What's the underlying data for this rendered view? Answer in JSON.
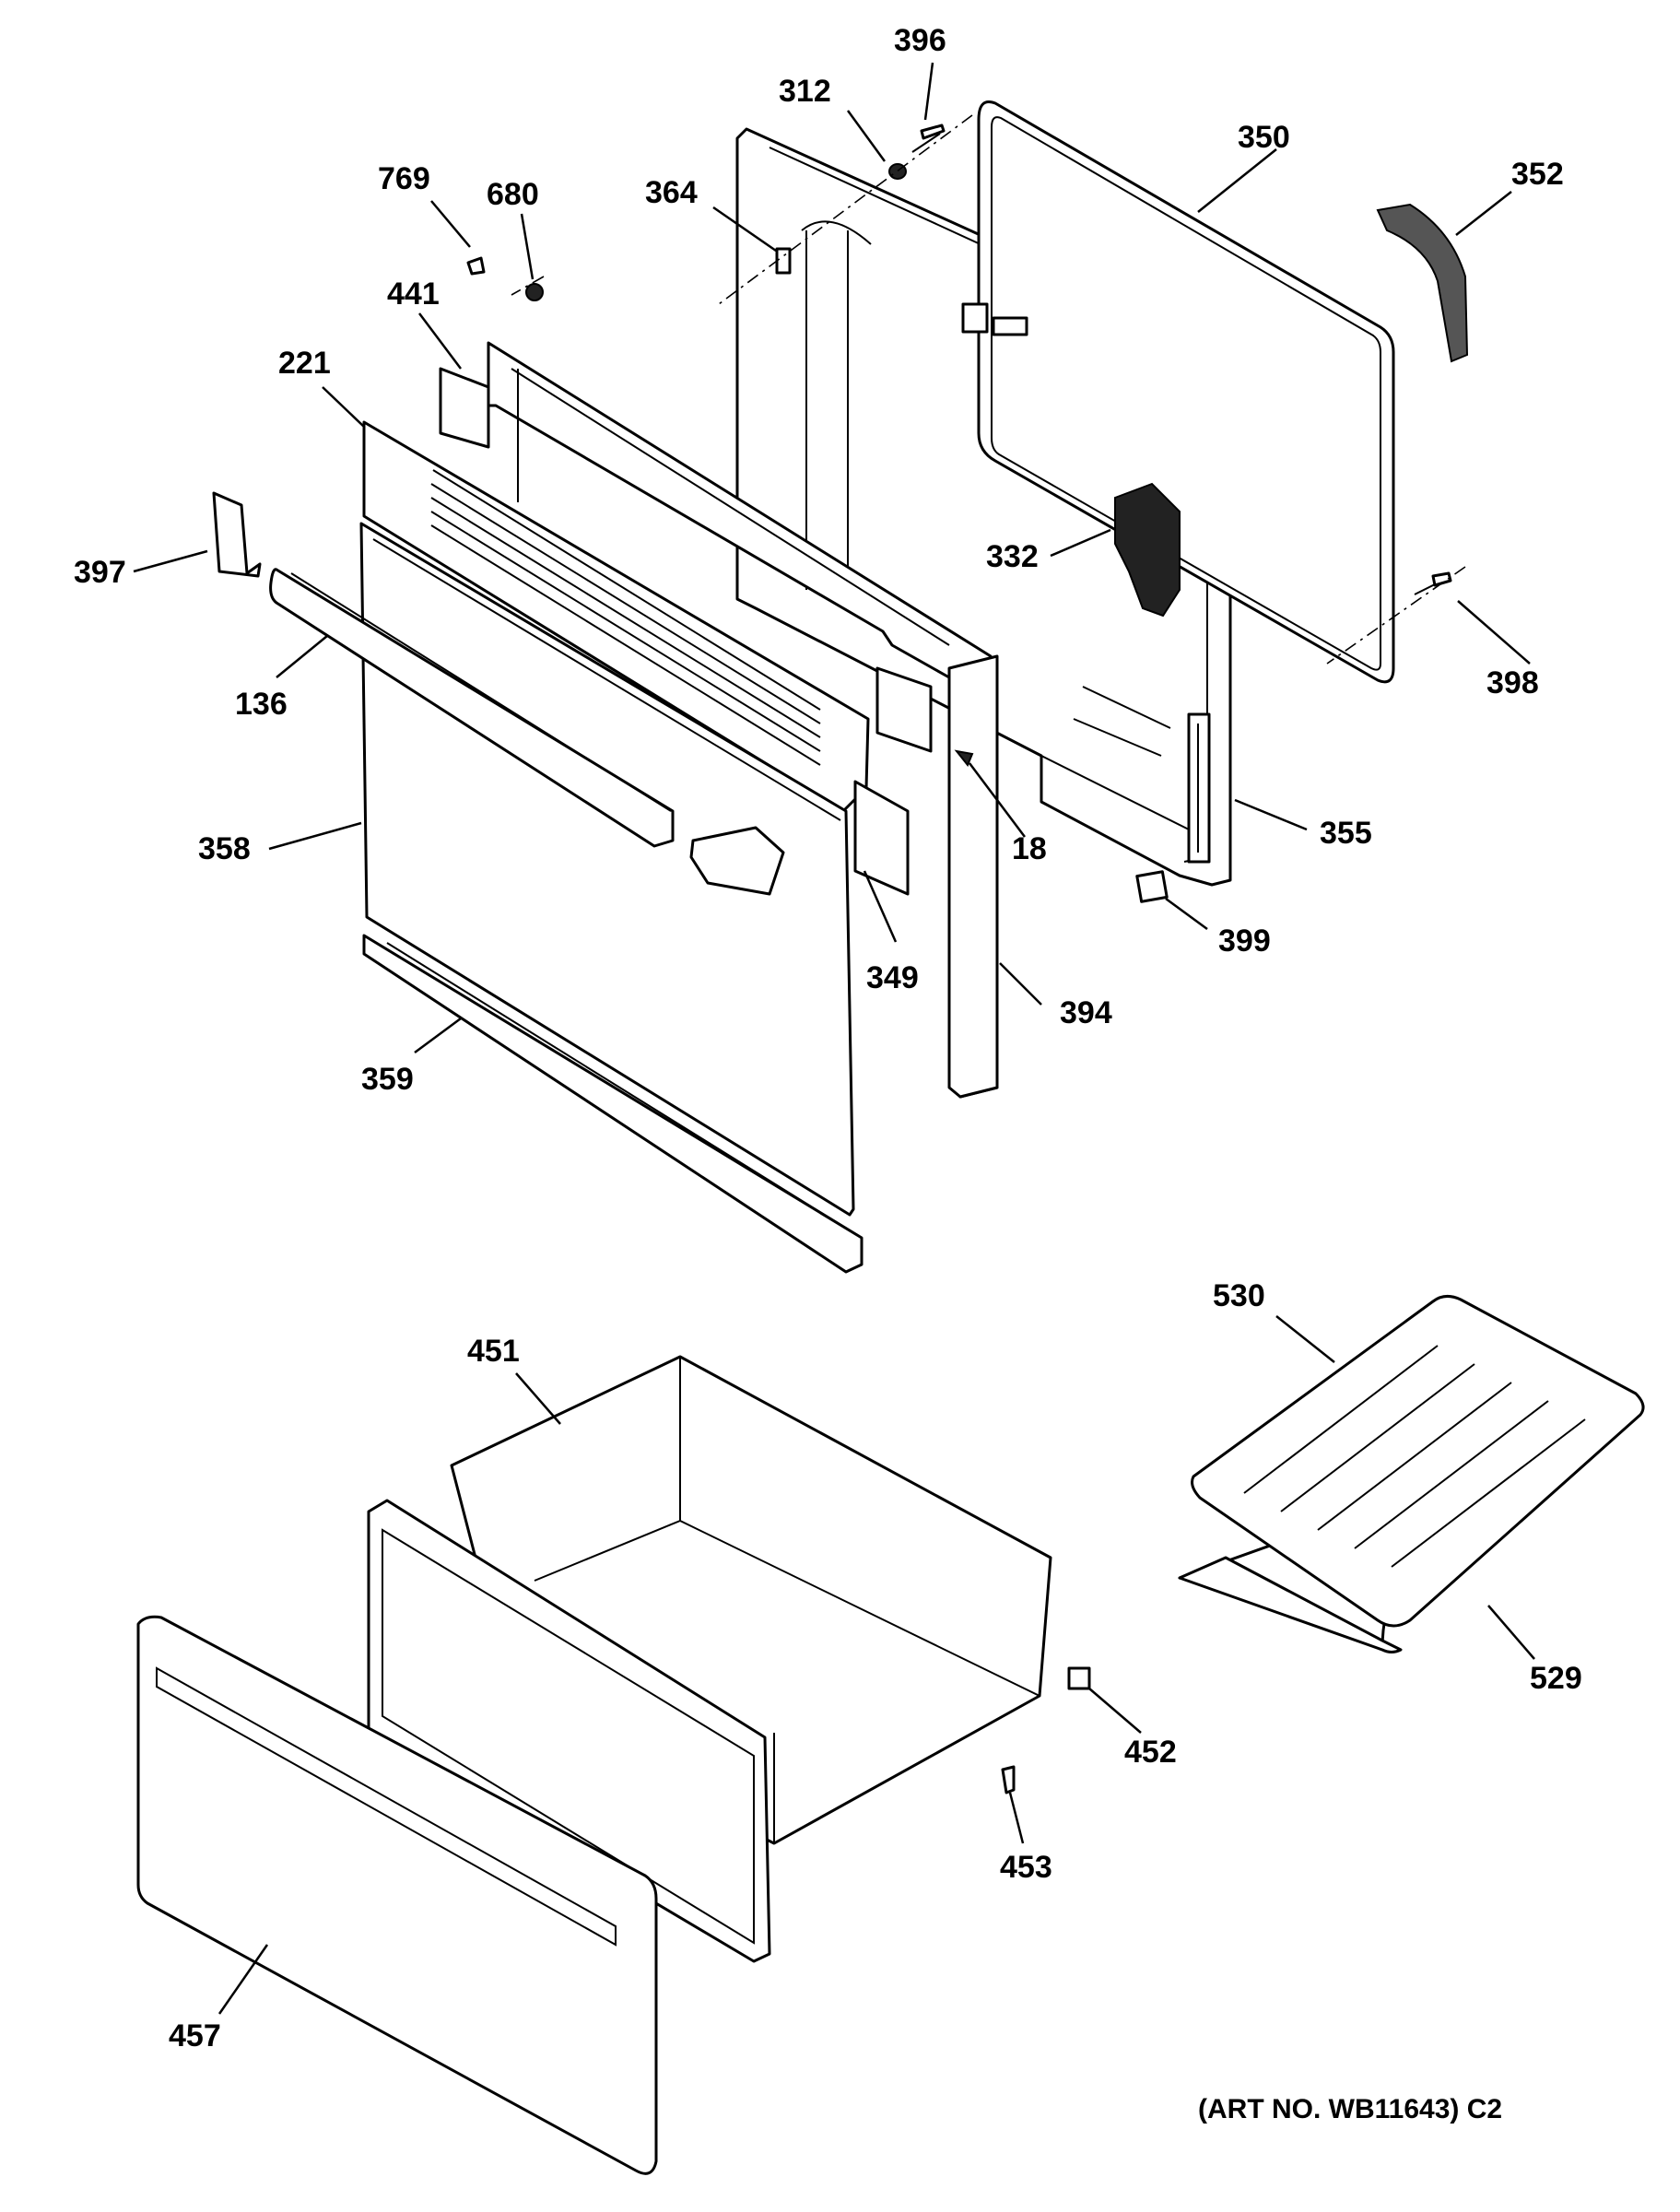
{
  "caption": "(ART NO. WB11643) C2",
  "parts": [
    {
      "id": "p396",
      "number": "396"
    },
    {
      "id": "p312",
      "number": "312"
    },
    {
      "id": "p350",
      "number": "350"
    },
    {
      "id": "p352",
      "number": "352"
    },
    {
      "id": "p364",
      "number": "364"
    },
    {
      "id": "p769",
      "number": "769"
    },
    {
      "id": "p680",
      "number": "680"
    },
    {
      "id": "p441",
      "number": "441"
    },
    {
      "id": "p221",
      "number": "221"
    },
    {
      "id": "p397",
      "number": "397"
    },
    {
      "id": "p332",
      "number": "332"
    },
    {
      "id": "p398",
      "number": "398"
    },
    {
      "id": "p136",
      "number": "136"
    },
    {
      "id": "p18",
      "number": "18"
    },
    {
      "id": "p355",
      "number": "355"
    },
    {
      "id": "p358",
      "number": "358"
    },
    {
      "id": "p399",
      "number": "399"
    },
    {
      "id": "p349",
      "number": "349"
    },
    {
      "id": "p394",
      "number": "394"
    },
    {
      "id": "p359",
      "number": "359"
    },
    {
      "id": "p530",
      "number": "530"
    },
    {
      "id": "p451",
      "number": "451"
    },
    {
      "id": "p529",
      "number": "529"
    },
    {
      "id": "p452",
      "number": "452"
    },
    {
      "id": "p453",
      "number": "453"
    },
    {
      "id": "p457",
      "number": "457"
    }
  ]
}
